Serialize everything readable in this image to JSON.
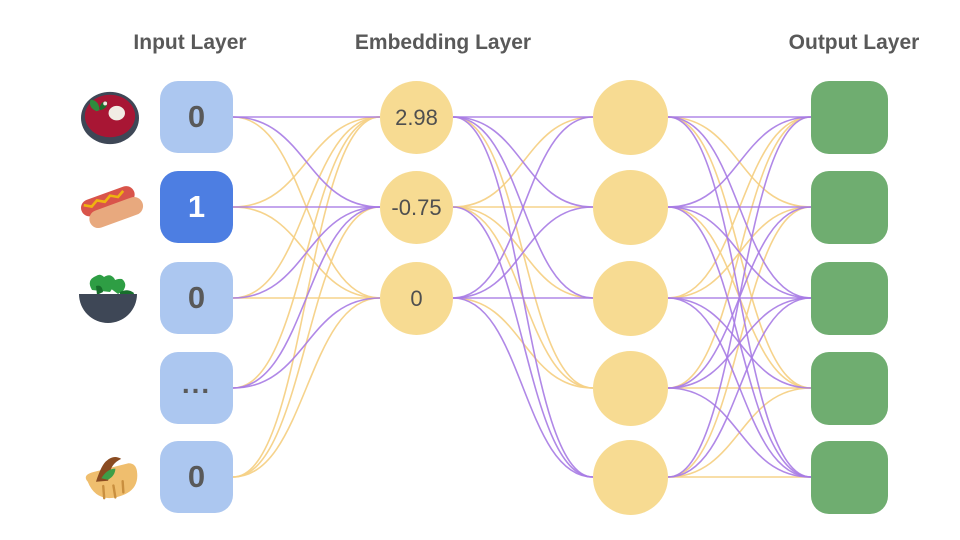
{
  "titles": {
    "input": "Input Layer",
    "embedding": "Embedding Layer",
    "output": "Output Layer"
  },
  "palette": {
    "edge_purple": "#A77BE4",
    "edge_yellow": "#F5D186",
    "node_yellow": "#F7DB92",
    "input_blue": "#ACC7F0",
    "input_active_blue": "#4D7EE2",
    "output_green": "#6FAD70",
    "text_gray": "#595959"
  },
  "input_layer": {
    "nodes": [
      {
        "label": "0",
        "active": false,
        "icon": "borscht-soup"
      },
      {
        "label": "1",
        "active": true,
        "icon": "hot-dog"
      },
      {
        "label": "0",
        "active": false,
        "icon": "green-salad"
      },
      {
        "label": "...",
        "active": false,
        "icon": null
      },
      {
        "label": "0",
        "active": false,
        "icon": "stuffed-flatbread"
      }
    ]
  },
  "embedding_layer": {
    "nodes": [
      {
        "label": "2.98"
      },
      {
        "label": "-0.75"
      },
      {
        "label": "0"
      }
    ]
  },
  "hidden_layer": {
    "node_count": 5
  },
  "output_layer": {
    "node_count": 5
  },
  "edges": {
    "input_to_embedding": [
      {
        "from": 1,
        "to": 1,
        "color": "purple"
      },
      {
        "from": 1,
        "to": 2,
        "color": "purple"
      },
      {
        "from": 1,
        "to": 3,
        "color": "yellow"
      },
      {
        "from": 2,
        "to": 1,
        "color": "yellow"
      },
      {
        "from": 2,
        "to": 2,
        "color": "purple"
      },
      {
        "from": 2,
        "to": 3,
        "color": "yellow"
      },
      {
        "from": 3,
        "to": 1,
        "color": "yellow"
      },
      {
        "from": 3,
        "to": 2,
        "color": "purple"
      },
      {
        "from": 3,
        "to": 3,
        "color": "yellow"
      },
      {
        "from": 4,
        "to": 1,
        "color": "yellow"
      },
      {
        "from": 4,
        "to": 2,
        "color": "purple"
      },
      {
        "from": 4,
        "to": 3,
        "color": "purple"
      },
      {
        "from": 5,
        "to": 1,
        "color": "yellow"
      },
      {
        "from": 5,
        "to": 2,
        "color": "yellow"
      },
      {
        "from": 5,
        "to": 3,
        "color": "yellow"
      }
    ],
    "embedding_to_hidden": [
      {
        "from": 1,
        "to": 1,
        "color": "purple"
      },
      {
        "from": 1,
        "to": 2,
        "color": "purple"
      },
      {
        "from": 1,
        "to": 3,
        "color": "purple"
      },
      {
        "from": 1,
        "to": 4,
        "color": "yellow"
      },
      {
        "from": 1,
        "to": 5,
        "color": "purple"
      },
      {
        "from": 2,
        "to": 1,
        "color": "yellow"
      },
      {
        "from": 2,
        "to": 2,
        "color": "yellow"
      },
      {
        "from": 2,
        "to": 3,
        "color": "yellow"
      },
      {
        "from": 2,
        "to": 4,
        "color": "yellow"
      },
      {
        "from": 2,
        "to": 5,
        "color": "purple"
      },
      {
        "from": 3,
        "to": 1,
        "color": "purple"
      },
      {
        "from": 3,
        "to": 2,
        "color": "purple"
      },
      {
        "from": 3,
        "to": 3,
        "color": "purple"
      },
      {
        "from": 3,
        "to": 4,
        "color": "yellow"
      },
      {
        "from": 3,
        "to": 5,
        "color": "purple"
      }
    ],
    "hidden_to_output": [
      {
        "from": 1,
        "to": 1,
        "color": "purple"
      },
      {
        "from": 1,
        "to": 2,
        "color": "yellow"
      },
      {
        "from": 1,
        "to": 3,
        "color": "purple"
      },
      {
        "from": 1,
        "to": 4,
        "color": "yellow"
      },
      {
        "from": 1,
        "to": 5,
        "color": "purple"
      },
      {
        "from": 2,
        "to": 1,
        "color": "purple"
      },
      {
        "from": 2,
        "to": 2,
        "color": "purple"
      },
      {
        "from": 2,
        "to": 3,
        "color": "purple"
      },
      {
        "from": 2,
        "to": 4,
        "color": "yellow"
      },
      {
        "from": 2,
        "to": 5,
        "color": "purple"
      },
      {
        "from": 3,
        "to": 1,
        "color": "yellow"
      },
      {
        "from": 3,
        "to": 2,
        "color": "yellow"
      },
      {
        "from": 3,
        "to": 3,
        "color": "purple"
      },
      {
        "from": 3,
        "to": 4,
        "color": "purple"
      },
      {
        "from": 3,
        "to": 5,
        "color": "purple"
      },
      {
        "from": 4,
        "to": 1,
        "color": "yellow"
      },
      {
        "from": 4,
        "to": 2,
        "color": "purple"
      },
      {
        "from": 4,
        "to": 3,
        "color": "purple"
      },
      {
        "from": 4,
        "to": 4,
        "color": "yellow"
      },
      {
        "from": 4,
        "to": 5,
        "color": "purple"
      },
      {
        "from": 5,
        "to": 1,
        "color": "purple"
      },
      {
        "from": 5,
        "to": 2,
        "color": "yellow"
      },
      {
        "from": 5,
        "to": 3,
        "color": "purple"
      },
      {
        "from": 5,
        "to": 4,
        "color": "yellow"
      },
      {
        "from": 5,
        "to": 5,
        "color": "yellow"
      }
    ]
  }
}
